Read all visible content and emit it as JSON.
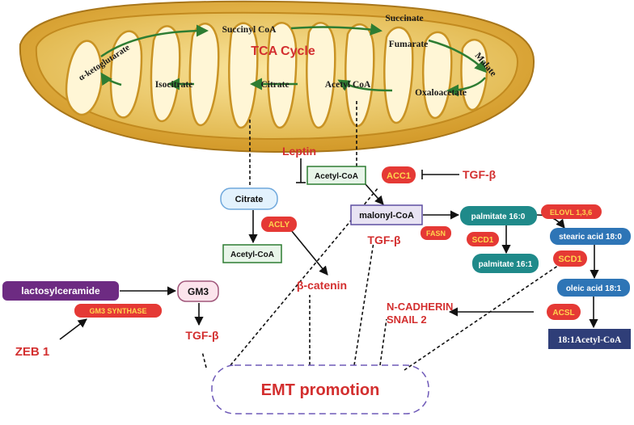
{
  "tca": {
    "title": "TCA Cycle",
    "intermediates": {
      "succinyl_coa": "Succinyl CoA",
      "succinate": "Succinate",
      "fumarate": "Fumarate",
      "malate": "Malate",
      "oxaloacetate": "Oxaloacetate",
      "acetyl_coa": "Acetyl CoA",
      "citrate": "Citrate",
      "isocitrate": "Isocitrate",
      "alpha_ketoglutarate": "α-ketoglutarate"
    }
  },
  "nodes": {
    "citrate": "Citrate",
    "acetyl_coa_top": "Acetyl-CoA",
    "acetyl_coa_bottom": "Acetyl-CoA",
    "malonyl_coa": "malonyl-CoA",
    "palmitate_160": "palmitate 16:0",
    "palmitate_161": "palmitate 16:1",
    "stearic_acid": "stearic acid 18:0",
    "oleic_acid": "oleic acid 18:1",
    "acetyl_coa_181": "18:1Acetyl-CoA",
    "lactosylceramide": "lactosylceramide",
    "gm3": "GM3",
    "emt": "EMT promotion"
  },
  "enzymes": {
    "acc1": "ACC1",
    "acly": "ACLY",
    "fasn": "FASN",
    "scd1_a": "SCD1",
    "scd1_b": "SCD1",
    "elovl": "ELOVL 1,3,6",
    "acsl": "ACSL",
    "gm3_synthase": "GM3 SYNTHASE"
  },
  "labels": {
    "leptin": "Leptin",
    "tgfb_inhibit": "TGF-β",
    "tgfb_fasn": "TGF-β",
    "tgfb_gm3": "TGF-β",
    "beta_catenin": "β-catenin",
    "n_cadherin": "N-CADHERIN",
    "snail2": "SNAIL 2",
    "zeb1": "ZEB 1"
  },
  "colors": {
    "enzyme_red": "#e53935",
    "enzyme_text": "#ffd54f",
    "label_red": "#d32f2f",
    "teal": "#1f8a8a",
    "blue_node": "#2e75b6",
    "navy": "#2f3e78",
    "purple_node": "#6d2b82",
    "green_node": "#e8f5e9",
    "mito_outer": "#d8a63a",
    "mito_inner": "#c68b1e"
  }
}
